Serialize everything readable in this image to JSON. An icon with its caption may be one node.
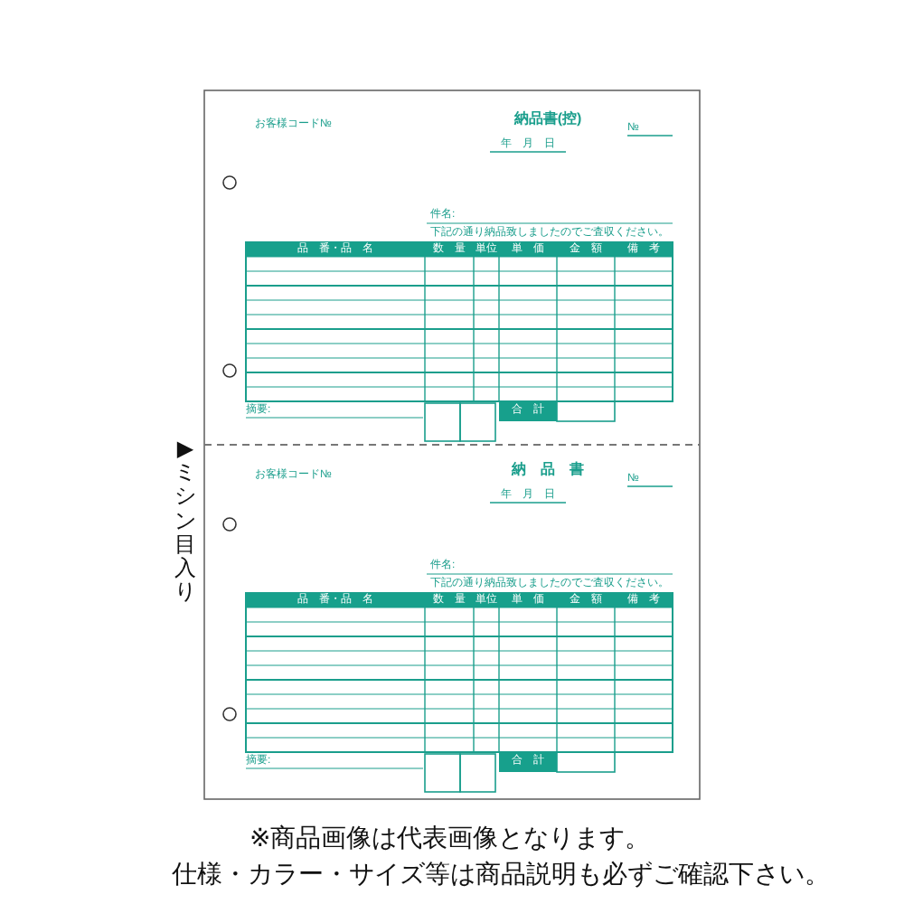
{
  "diagram": {
    "labels": [
      "お客様コード№",
      "納品書(控)",
      "№",
      "年　月　日",
      "件名:",
      "下記の通り納品致しましたのでご査収ください。",
      "品　番・品　名",
      "数　量",
      "単位",
      "単　価",
      "金　額",
      "備　考",
      "摘要:",
      "合　計",
      "お客様コード№",
      "納　品　書",
      "№",
      "年　月　日",
      "件名:",
      "下記の通り納品致しましたのでご査収ください。",
      "品　番・品　名",
      "数　量",
      "単位",
      "単　価",
      "金　額",
      "備　考",
      "摘要:",
      "合　計",
      "▶ミシン目入り",
      "※商品画像は代表画像となります。",
      "仕様・カラー・サイズ等は商品説明も必ずご確認下さい。"
    ]
  }
}
